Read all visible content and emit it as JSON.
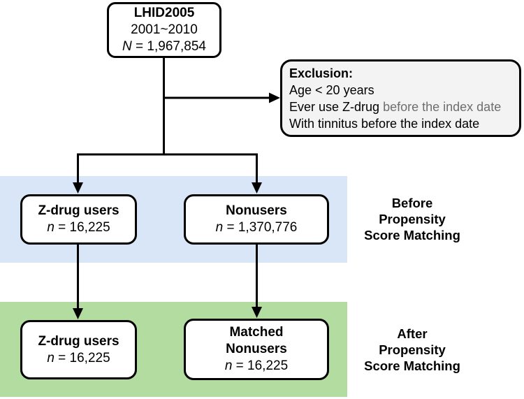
{
  "colors": {
    "before_band": "#d9e6f7",
    "after_band": "#b2dca0",
    "exclusion_fill": "#f3f3f3",
    "exclusion_muted_text": "#6e6e6e",
    "line": "#000000"
  },
  "diagram": {
    "top_box": {
      "title": "LHID2005",
      "period": "2001~2010",
      "n_label": "N",
      "n_value": "= 1,967,854"
    },
    "exclusion": {
      "title": "Exclusion:",
      "item1": "Age < 20 years",
      "item2_black": "Ever use Z-drug",
      "item2_gray": "before the index date",
      "item3": "With tinnitus before the index date"
    },
    "before": {
      "label": "Before\nPropensity\nScore Matching",
      "zdrug": {
        "title": "Z-drug users",
        "n_label": "n",
        "n_value": "= 16,225"
      },
      "nonusers": {
        "title": "Nonusers",
        "n_label": "n",
        "n_value": "= 1,370,776"
      }
    },
    "after": {
      "label": "After\nPropensity\nScore Matching",
      "zdrug": {
        "title": "Z-drug users",
        "n_label": "n",
        "n_value": "= 16,225"
      },
      "matched": {
        "title": "Matched\nNonusers",
        "n_label": "n",
        "n_value": "= 16,225"
      }
    }
  }
}
